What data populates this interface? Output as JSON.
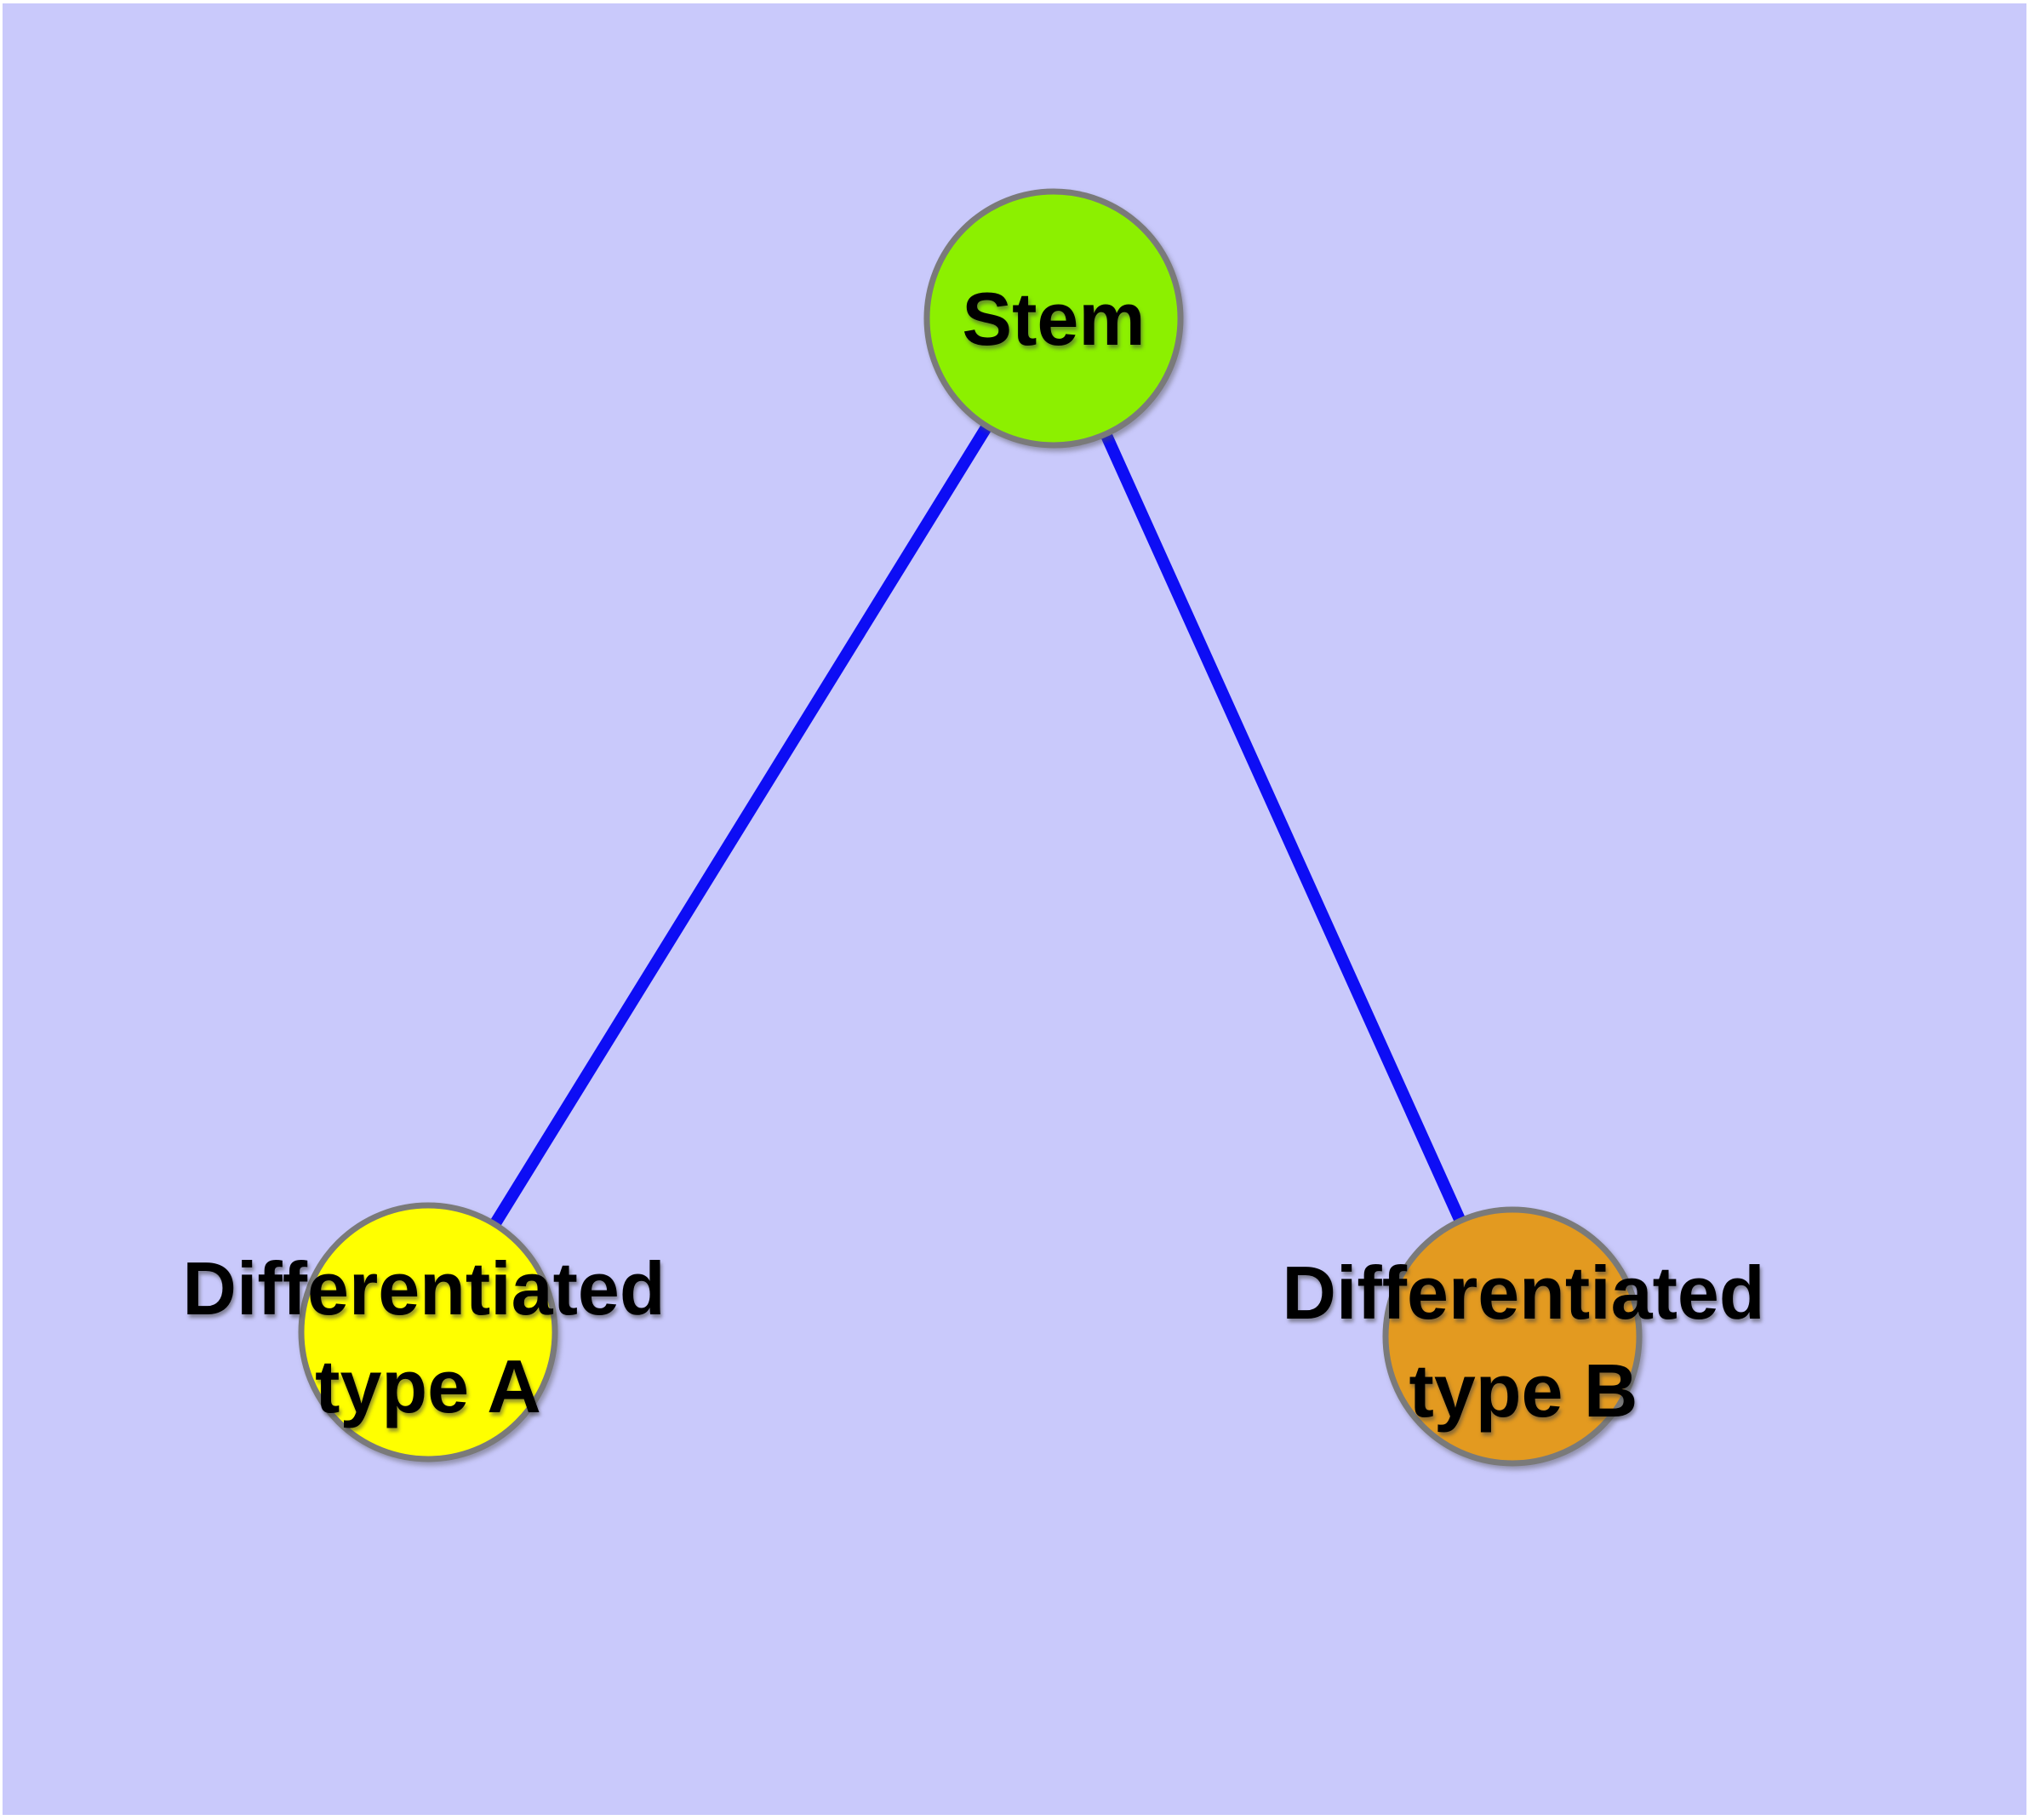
{
  "diagram": {
    "type": "node-link-graph",
    "background_color": "#C9C9FB",
    "frame_color": "#FFFFFF",
    "edge_color": "#0D0DF5",
    "node_border_color": "#7A7A7A",
    "label_color": "#000000",
    "nodes": [
      {
        "id": "stem",
        "label": "Stem",
        "label_lines": [
          "Stem"
        ],
        "fill": "#8CF000"
      },
      {
        "id": "differentiated-type-a",
        "label": "Differentiated type A",
        "label_lines": [
          "Differentiated",
          "type A"
        ],
        "fill": "#FFFF00"
      },
      {
        "id": "differentiated-type-b",
        "label": "Differentiated type B",
        "label_lines": [
          "Differentiated",
          "type B"
        ],
        "fill": "#E39A20"
      }
    ],
    "edges": [
      {
        "from": "stem",
        "to": "differentiated-type-a"
      },
      {
        "from": "stem",
        "to": "differentiated-type-b"
      }
    ]
  }
}
